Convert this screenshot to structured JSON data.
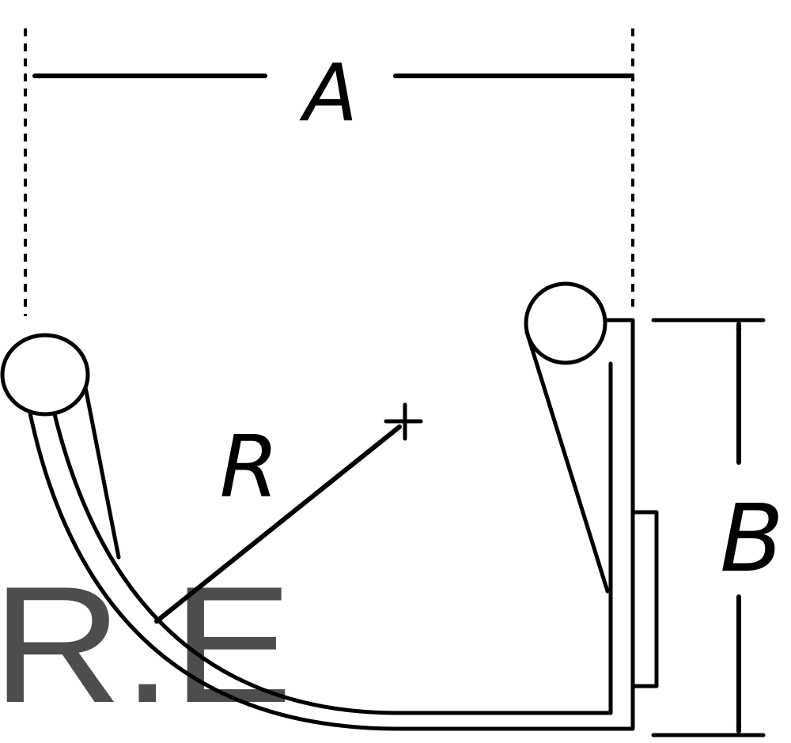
{
  "dimension_a_label": "A",
  "dimension_b_label": "B",
  "radius_label": "R",
  "watermark_text": "R.E",
  "colors": {
    "ink": "#000000",
    "watermark": "#4d4d4d",
    "background": "#ffffff"
  }
}
